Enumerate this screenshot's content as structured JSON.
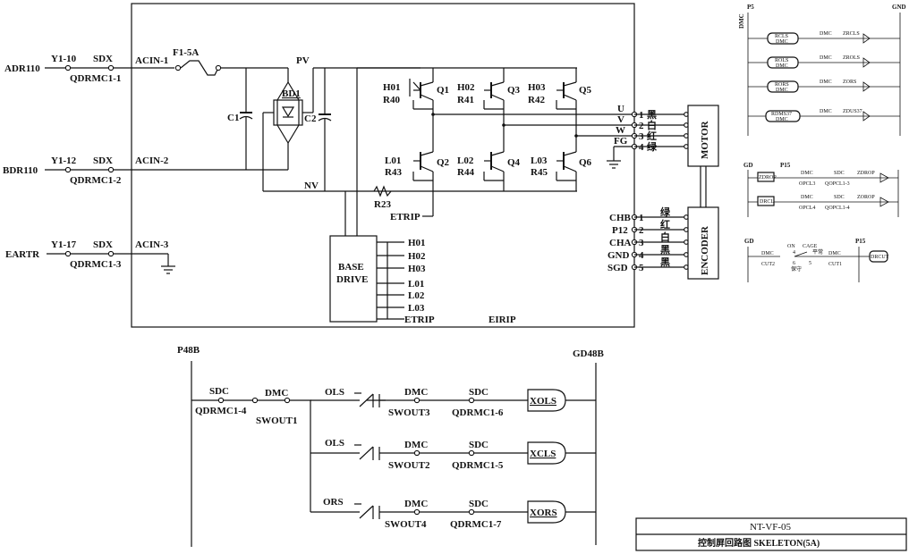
{
  "main": {
    "lines": [
      {
        "id": "adr",
        "net": "ADR110",
        "y_lbl": "Y1-10",
        "sdx": "SDX",
        "qd": "QDRMC1-1",
        "acin": "ACIN-1"
      },
      {
        "id": "bdr",
        "net": "BDR110",
        "y_lbl": "Y1-12",
        "sdx": "SDX",
        "qd": "QDRMC1-2",
        "acin": "ACIN-2"
      },
      {
        "id": "eartr",
        "net": "EARTR",
        "y_lbl": "Y1-17",
        "sdx": "SDX",
        "qd": "QDRMC1-3",
        "acin": "ACIN-3"
      }
    ],
    "fuse": "F1-5A",
    "c1": "C1",
    "c2": "C2",
    "bd1": "BD1",
    "pv": "PV",
    "nv": "NV",
    "r23": "R23",
    "etrip_lbl": "ETRIP",
    "eirip_lbl": "EIRIP",
    "upper": [
      {
        "h": "H01",
        "r": "R40",
        "q": "Q1"
      },
      {
        "h": "H02",
        "r": "R41",
        "q": "Q3"
      },
      {
        "h": "H03",
        "r": "R42",
        "q": "Q5"
      }
    ],
    "lower": [
      {
        "l": "L01",
        "r": "R43",
        "q": "Q2"
      },
      {
        "l": "L02",
        "r": "R44",
        "q": "Q4"
      },
      {
        "l": "L03",
        "r": "R45",
        "q": "Q6"
      }
    ],
    "motor_terms": [
      {
        "name": "U",
        "num": "1",
        "color": "黑"
      },
      {
        "name": "V",
        "num": "2",
        "color": "白"
      },
      {
        "name": "W",
        "num": "3",
        "color": "红"
      },
      {
        "name": "FG",
        "num": "4",
        "color": "绿"
      }
    ],
    "motor": "MOTOR",
    "encoder": "ENCODER",
    "enc_terms": [
      {
        "name": "CHB",
        "num": "1",
        "color": "绿"
      },
      {
        "name": "P12",
        "num": "2",
        "color": "红"
      },
      {
        "name": "CHA",
        "num": "3",
        "color": "白"
      },
      {
        "name": "GND",
        "num": "4",
        "color": "黑"
      },
      {
        "name": "SGD",
        "num": "5",
        "color": "黑"
      }
    ],
    "base_drive": [
      "BASE",
      "DRIVE"
    ],
    "bd_signals": [
      "H01",
      "H02",
      "H03",
      "L01",
      "L02",
      "L03",
      "ETRIP"
    ]
  },
  "right_top": {
    "p5": "P5",
    "gnd": "GND",
    "dmc": "DMC",
    "rows": [
      {
        "coil": "RCLS",
        "sub": "DMC",
        "dmc": "DMC",
        "out": "ZRCLS"
      },
      {
        "coil": "ROLS",
        "sub": "DMC",
        "dmc": "DMC",
        "out": "ZROLS"
      },
      {
        "coil": "RORS",
        "sub": "DMC",
        "dmc": "DMC",
        "out": "ZORS"
      },
      {
        "coil": "RDMS37",
        "sub": "DMC",
        "dmc": "DMC",
        "out": "ZDUS37"
      }
    ]
  },
  "right_mid": {
    "gd": "GD",
    "p15": "P15",
    "rows": [
      {
        "coil": "ZDROP",
        "dmc": "DMC",
        "dmc2": "OPCL3",
        "sdc": "SDC",
        "sdc2": "QOPCL1-3",
        "out": "ZDROP"
      },
      {
        "coil": "DRCL",
        "dmc": "DMC",
        "dmc2": "OPCL4",
        "sdc": "SDC",
        "sdc2": "QOPCL1-4",
        "out": "ZOROP"
      }
    ]
  },
  "right_bot": {
    "gd": "GD",
    "p15": "P15",
    "on": "ON",
    "cage": "CAGE",
    "cage_cn": "平常",
    "pin4": "4",
    "pin6": "6",
    "pin5": "5",
    "hold": "保守",
    "dmc1": "DMC",
    "cut2": "CUT2",
    "dmc2": "DMC",
    "cut1": "CUT1",
    "out": "DRCUT"
  },
  "bottom": {
    "p48b": "P48B",
    "gd48b": "GD48B",
    "sdc": "SDC",
    "qd4": "QDRMC1-4",
    "dmc": "DMC",
    "swout1": "SWOUT1",
    "rows": [
      {
        "sw": "OLS",
        "dmc": "DMC",
        "swout": "SWOUT3",
        "sdc": "SDC",
        "qd": "QDRMC1-6",
        "out": "XOLS"
      },
      {
        "sw": "OLS",
        "dmc": "DMC",
        "swout": "SWOUT2",
        "sdc": "SDC",
        "qd": "QDRMC1-5",
        "out": "XCLS"
      },
      {
        "sw": "ORS",
        "dmc": "DMC",
        "swout": "SWOUT4",
        "sdc": "SDC",
        "qd": "QDRMC1-7",
        "out": "XORS"
      }
    ]
  },
  "title_block": {
    "code": "NT-VF-05",
    "name": "控制屏回路图 SKELETON(5A)"
  }
}
